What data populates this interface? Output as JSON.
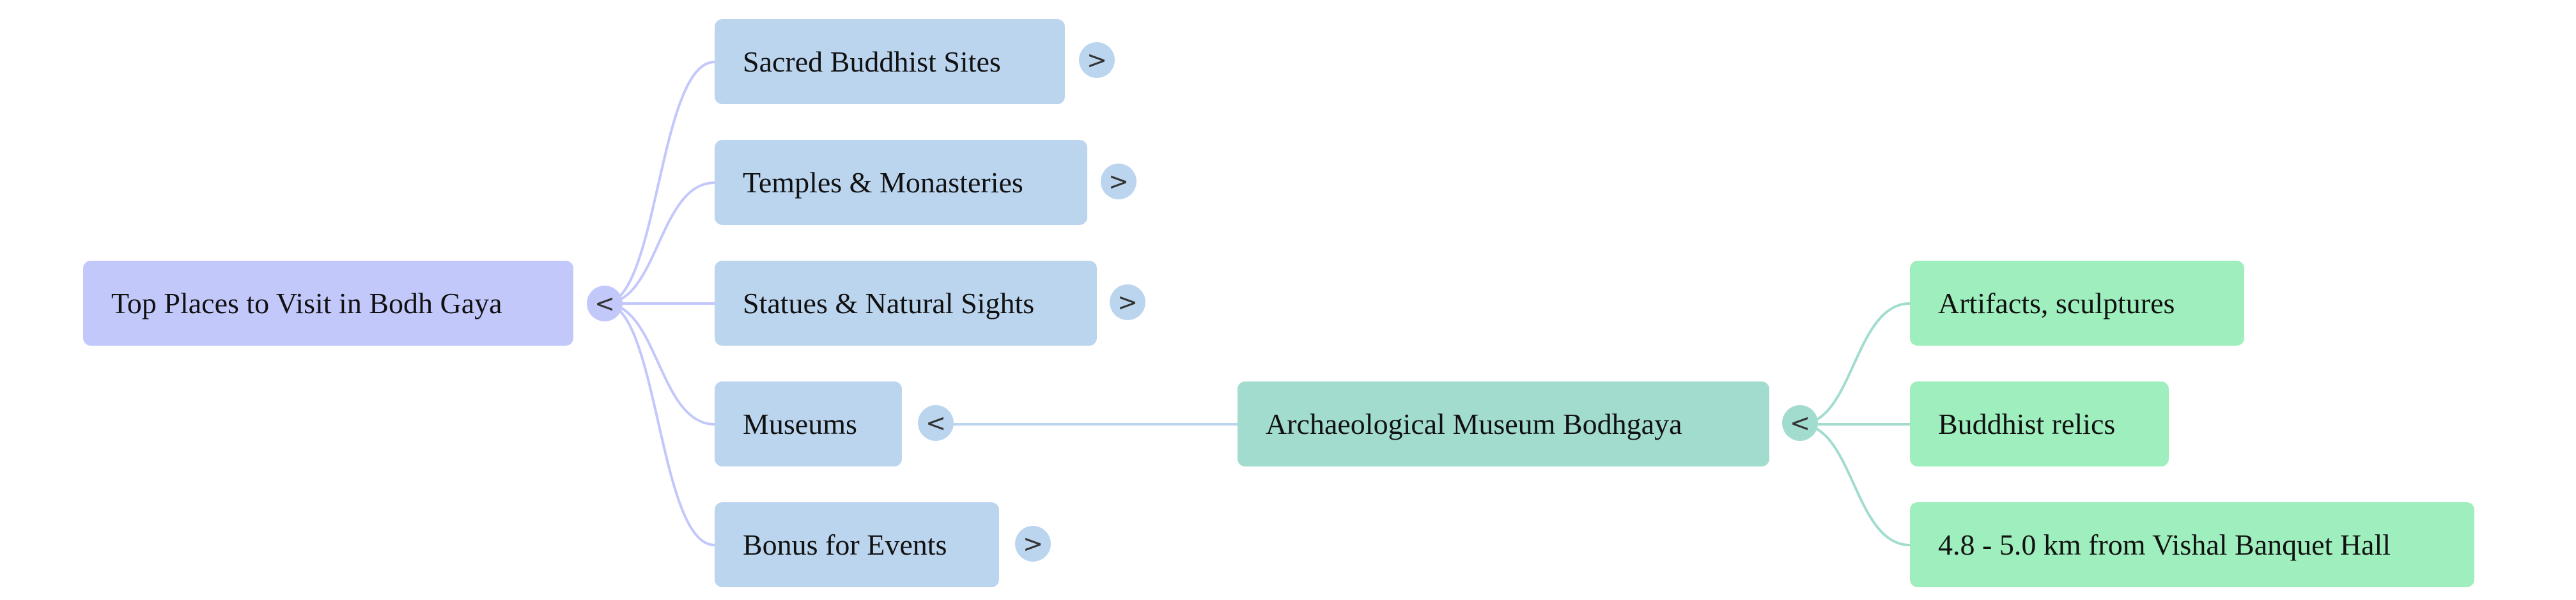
{
  "colors": {
    "root": "#c3c8fb",
    "category": "#bcd5ef",
    "museum_node": "#a2dccf",
    "leaf": "#9feebd",
    "link_root": "#c3c8fb",
    "link_category": "#bcd5ef",
    "link_museum": "#a2dccf"
  },
  "root": {
    "label": "Top Places to Visit in Bodh Gaya",
    "toggle": "<"
  },
  "categories": [
    {
      "label": "Sacred Buddhist Sites",
      "toggle": ">"
    },
    {
      "label": "Temples & Monasteries",
      "toggle": ">"
    },
    {
      "label": "Statues & Natural Sights",
      "toggle": ">"
    },
    {
      "label": "Museums",
      "toggle": "<"
    },
    {
      "label": "Bonus for Events",
      "toggle": ">"
    }
  ],
  "museum": {
    "label": "Archaeological Museum Bodhgaya",
    "toggle": "<",
    "details": [
      {
        "label": "Artifacts, sculptures"
      },
      {
        "label": "Buddhist relics"
      },
      {
        "label": "4.8 - 5.0 km from Vishal Banquet Hall"
      }
    ]
  }
}
